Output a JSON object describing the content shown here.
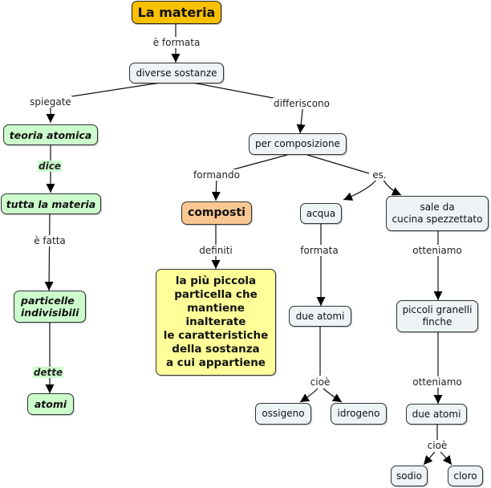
{
  "map_title": "La materia",
  "nodes": {
    "materia": "La materia",
    "sostanze": "diverse sostanze",
    "teoria": "teoria atomica",
    "tutta": "tutta la materia",
    "particelle": "particelle\nindivisibili",
    "atomi": "atomi",
    "percomp": "per composizione",
    "composti": "composti",
    "definizione": "la più piccola\nparticella che\nmantiene\ninalterate\nle caratteristiche\ndella sostanza\na cui appartiene",
    "acqua": "acqua",
    "sale": "sale da\ncucina spezzettato",
    "dueatomi1": "due atomi",
    "granelli": "piccoli granelli\nfinche",
    "ossigeno": "ossigeno",
    "idrogeno": "idrogeno",
    "dueatomi2": "due atomi",
    "sodio": "sodio",
    "cloro": "cloro"
  },
  "links": {
    "e_formata": "è formata",
    "spiegate": "spiegate",
    "differiscono": "differiscono",
    "dice": "dice",
    "e_fatta": "è fatta",
    "dette": "dette",
    "formando": "formando",
    "es": "es.",
    "definiti": "definiti",
    "formata": "formata",
    "otteniamo1": "otteniamo",
    "cioe1": "cioè",
    "otteniamo2": "otteniamo",
    "cioe2": "cioè"
  },
  "colors": {
    "title": "#fbc000",
    "concept": "#eef3f5",
    "atomic_theory": "#ccfccc",
    "compounds": "#f9c792",
    "definition": "#ffff99"
  }
}
